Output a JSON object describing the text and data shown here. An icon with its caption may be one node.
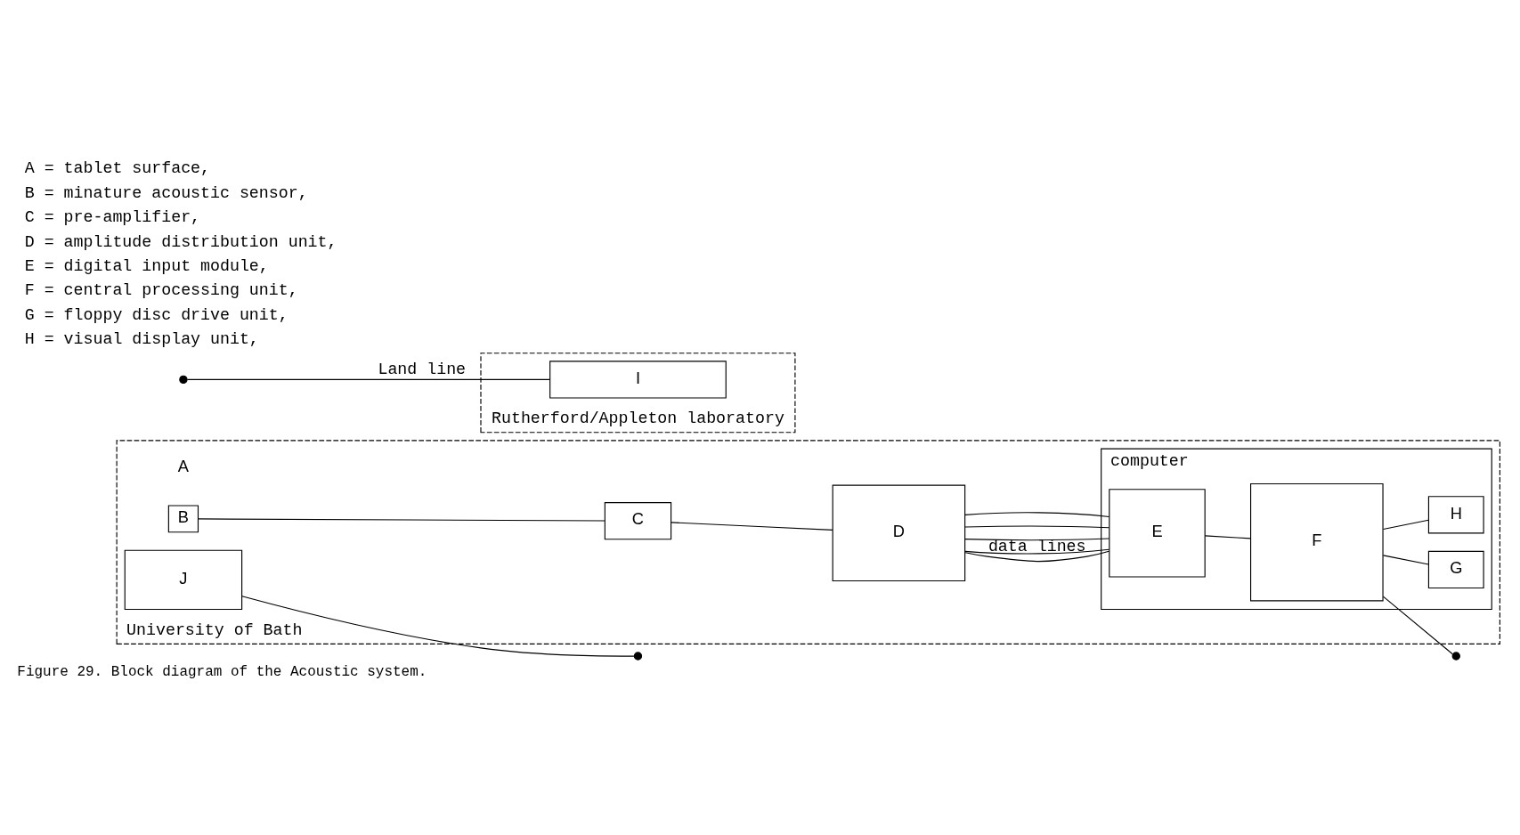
{
  "diagram": {
    "caption": "Figure 29. Block diagram of the Acoustic system.",
    "nodes": [
      {
        "text": [
          "University of Bath"
        ]
      },
      {
        "text": [
          "A"
        ],
        "in": 0
      },
      {
        "text": [
          "B"
        ],
        "in": 0
      },
      {
        "text": [
          "C"
        ],
        "in": 0
      },
      {
        "text": [
          "D"
        ],
        "in": 0
      },
      {
        "text": [
          "computer"
        ],
        "in": 0
      },
      {
        "text": [
          "E"
        ],
        "in": 5
      },
      {
        "text": [
          "F"
        ],
        "in": 5
      },
      {
        "text": [
          "G"
        ],
        "in": 5
      },
      {
        "text": [
          "H"
        ],
        "in": 5
      },
      {
        "text": [
          "J"
        ],
        "in": 0
      },
      {
        "text": [],
        "shape": "circle"
      },
      {
        "text": [],
        "shape": "circle"
      },
      {
        "text": [],
        "shape": "circle"
      },
      {
        "text": [
          "Rutherford/Appleton laboratory"
        ]
      },
      {
        "text": [
          "I"
        ],
        "in": 14
      }
    ],
    "edges": [
      {
        "from": 2,
        "to": 3,
        "arrow": "none"
      },
      {
        "from": 3,
        "to": 4,
        "arrow": "none"
      },
      {
        "from": 4,
        "to": 6,
        "arrow": "none",
        "label": "data lines"
      },
      {
        "from": 4,
        "to": 6,
        "arrow": "none"
      },
      {
        "from": 4,
        "to": 6,
        "arrow": "none"
      },
      {
        "from": 4,
        "to": 6,
        "arrow": "none"
      },
      {
        "from": 4,
        "to": 6,
        "arrow": "none"
      },
      {
        "from": 6,
        "to": 7,
        "arrow": "none"
      },
      {
        "from": 7,
        "to": 8,
        "arrow": "none"
      },
      {
        "from": 7,
        "to": 9,
        "arrow": "none"
      },
      {
        "from": 10,
        "to": 11,
        "arrow": "none"
      },
      {
        "from": 7,
        "to": 13,
        "arrow": "none"
      },
      {
        "from": 12,
        "to": 15,
        "arrow": "none",
        "label": "Land line"
      }
    ],
    "labels": [
      "A = tablet surface,",
      "B = minature acoustic sensor,",
      "C = pre-amplifier,",
      "D = amplitude distribution unit,",
      "E = digital input module,",
      "F = central processing unit,",
      "G = floppy disc drive unit,",
      "H = visual display unit,"
    ]
  }
}
